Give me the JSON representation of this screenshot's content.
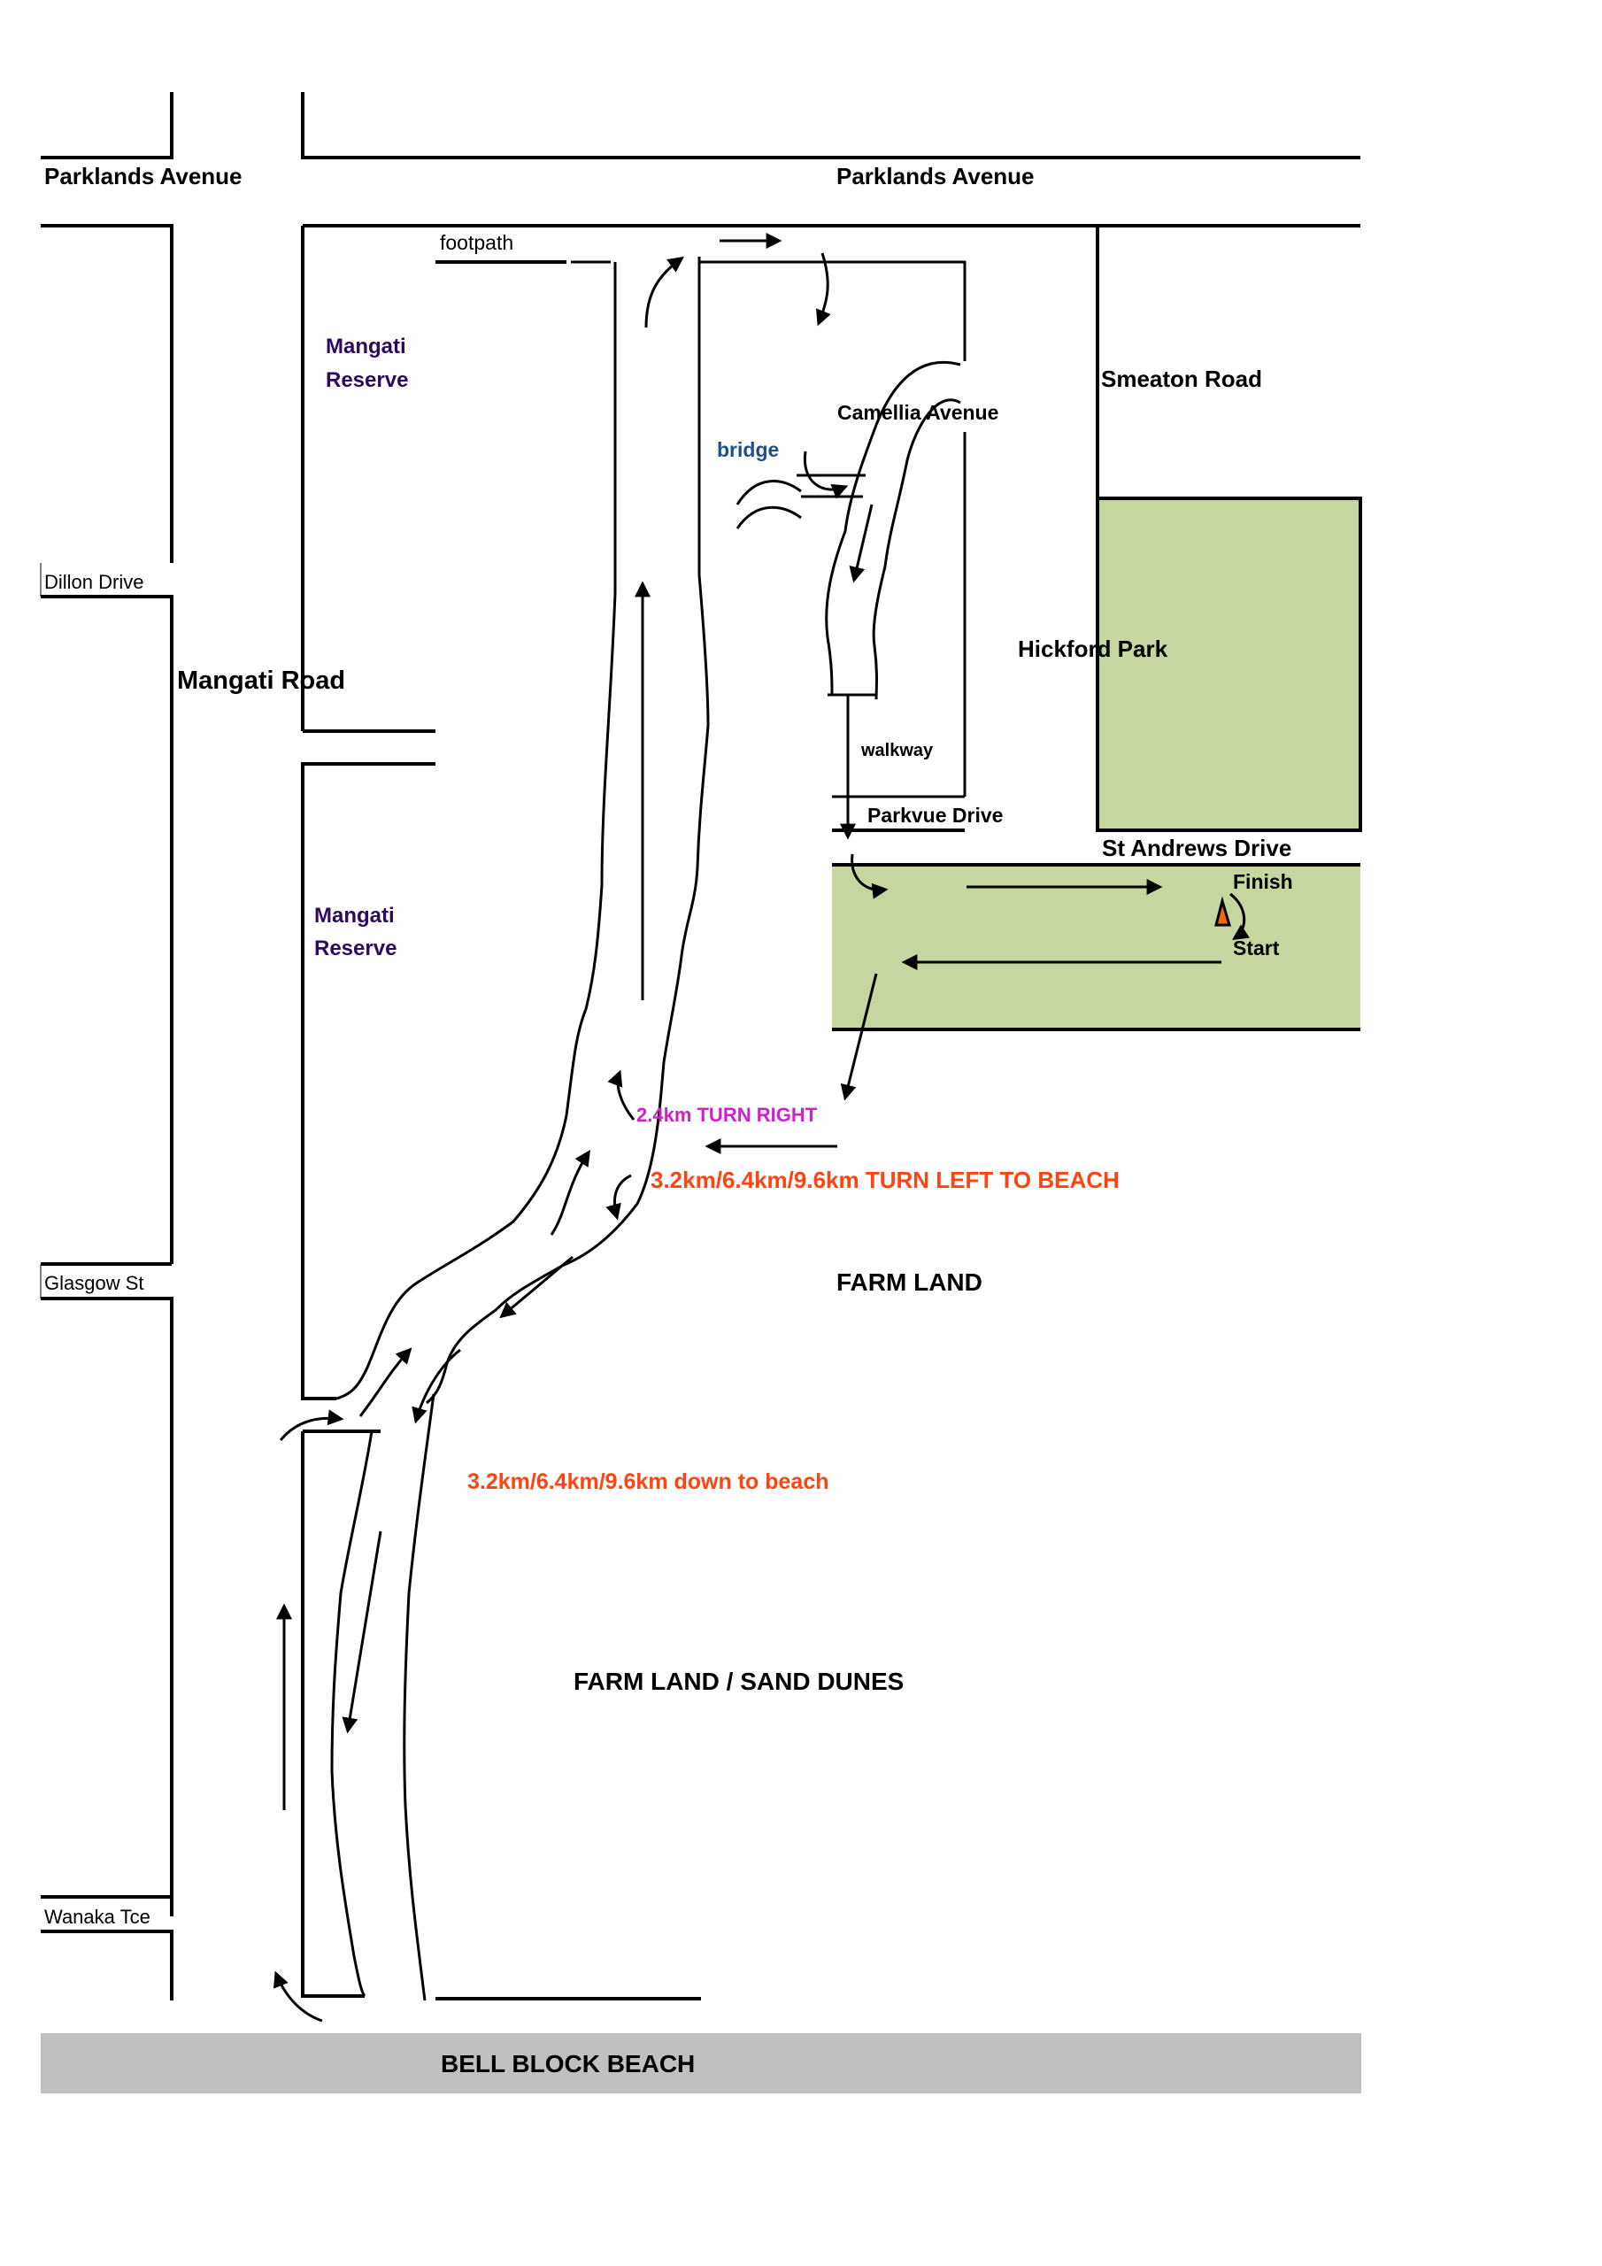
{
  "map": {
    "title": "Bell Block Beach run route map",
    "colors": {
      "park_fill": "#c5d69e",
      "beach_fill": "#c0c0c0",
      "reserve_text": "#2e0a5e",
      "bridge_text": "#1f4e8c",
      "turn_right_text": "#cc22cc",
      "turn_left_text": "#ff4411",
      "marker_fill": "#ff6600"
    },
    "streets": {
      "parklands_left": "Parklands Avenue",
      "parklands_right": "Parklands Avenue",
      "footpath": "footpath",
      "smeaton_road": "Smeaton Road",
      "camellia_avenue": "Camellia Avenue",
      "dillon_drive": "Dillon Drive",
      "mangati_road": "Mangati Road",
      "walkway": "walkway",
      "parkvue_drive": "Parkvue Drive",
      "st_andrews_drive": "St Andrews Drive",
      "glasgow_st": "Glasgow St",
      "wanaka_tce": "Wanaka Tce"
    },
    "areas": {
      "reserve_top_line1": "Mangati",
      "reserve_top_line2": "Reserve",
      "reserve_mid_line1": "Mangati",
      "reserve_mid_line2": "Reserve",
      "hickford_park": "Hickford Park",
      "farm_land": "FARM LAND",
      "farm_dunes": "FARM LAND / SAND DUNES",
      "beach": "BELL BLOCK BEACH"
    },
    "features": {
      "bridge": "bridge"
    },
    "markers": {
      "finish": "Finish",
      "start": "Start"
    },
    "instructions": {
      "turn_right": "2.4km TURN RIGHT",
      "turn_left": "3.2km/6.4km/9.6km TURN LEFT TO BEACH",
      "down_to_beach": "3.2km/6.4km/9.6km down to beach"
    },
    "distances_km": [
      2.4,
      3.2,
      6.4,
      9.6
    ]
  }
}
